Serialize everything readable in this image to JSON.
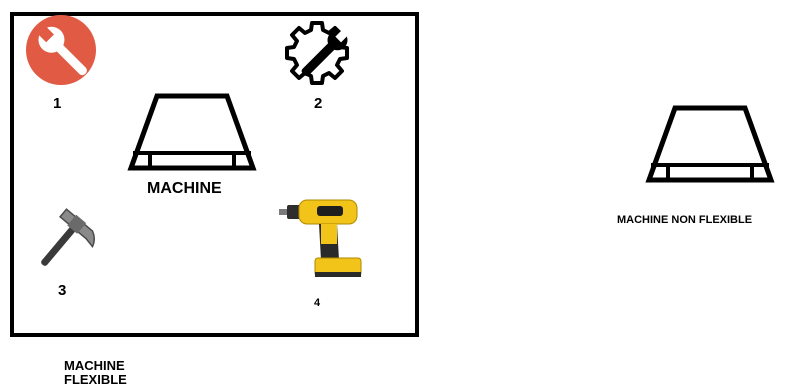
{
  "flexible_group": {
    "machine_label": "MACHINE",
    "caption_line1": "MACHINE",
    "caption_line2": "FLEXIBLE",
    "tools": [
      {
        "number": "1",
        "icon": "wrench-icon",
        "color": "#e05a44"
      },
      {
        "number": "2",
        "icon": "gear-wrench-icon",
        "color": "#000000"
      },
      {
        "number": "3",
        "icon": "hammer-icon",
        "color": "#4a4a4a"
      },
      {
        "number": "4",
        "icon": "drill-icon",
        "color": "#f2c318"
      }
    ]
  },
  "non_flexible_group": {
    "machine_label": "MACHINE NON FLEXIBLE"
  }
}
